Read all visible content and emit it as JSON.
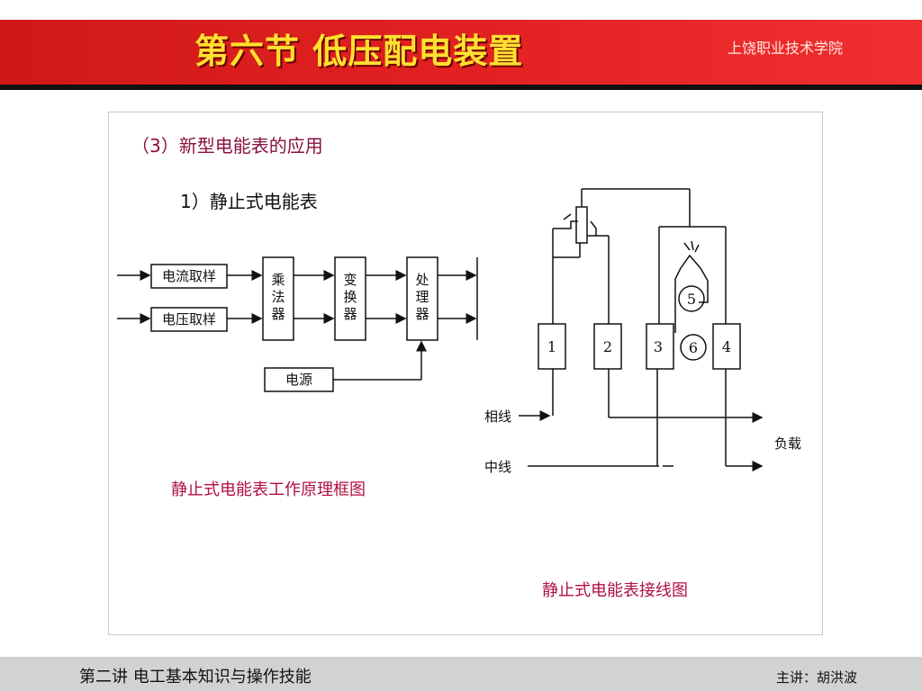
{
  "header": {
    "title": "第六节  低压配电装置",
    "school": "上饶职业技术学院"
  },
  "content": {
    "section_title": "（3）新型电能表的应用",
    "sub_title": "1）静止式电能表"
  },
  "block_diagram": {
    "current_sampling": "电流取样",
    "voltage_sampling": "电压取样",
    "multiplier": [
      "乘",
      "法",
      "器"
    ],
    "converter": [
      "变",
      "换",
      "器"
    ],
    "processor": [
      "处",
      "理",
      "器"
    ],
    "power_supply": "电源",
    "caption": "静止式电能表工作原理框图"
  },
  "wiring_diagram": {
    "terminal_1": "1",
    "terminal_2": "2",
    "terminal_3": "3",
    "terminal_4": "4",
    "circle_5": "5",
    "circle_6": "6",
    "phase_line": "相线",
    "neutral_line": "中线",
    "load": "负载",
    "caption": "静止式电能表接线图"
  },
  "footer": {
    "course": "第二讲  电工基本知识与操作技能",
    "lecturer": "主讲：胡洪波"
  },
  "colors": {
    "header_red": "#e02020",
    "title_yellow": "#ffe030",
    "caption_red": "#b01040"
  }
}
